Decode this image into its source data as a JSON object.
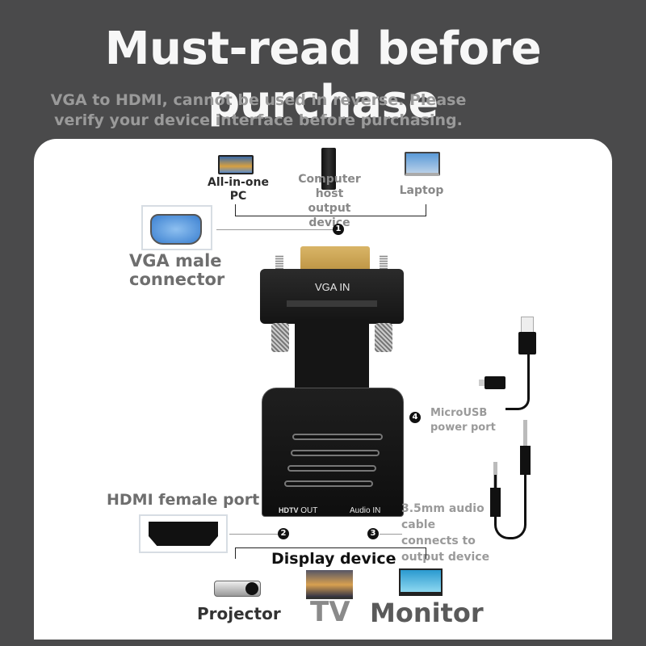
{
  "header": {
    "title": "Must-read before purchase",
    "subtitle_line1": "VGA to HDMI, cannot be used in reverse. Please",
    "subtitle_line2": "verify your device interface before purchasing."
  },
  "sources": {
    "items": [
      {
        "label_line1": "All-in-one",
        "label_line2": "PC"
      },
      {
        "label_line1": "Computer",
        "label_line2": "host",
        "label_line3": "output",
        "label_line4": "device"
      },
      {
        "label_line1": "Laptop"
      }
    ],
    "marker": "1"
  },
  "vga": {
    "label_line1": "VGA male",
    "label_line2": "connector"
  },
  "adapter": {
    "top_label": "VGA IN",
    "hdtv_label": "HDTV",
    "out_label": "OUT",
    "audio_label": "Audio IN"
  },
  "microusb": {
    "marker": "4",
    "label_line1": "MicroUSB",
    "label_line2": "power port"
  },
  "hdmi": {
    "label": "HDMI female port",
    "marker": "2"
  },
  "audio": {
    "marker": "3",
    "label_line1": "3.5mm audio",
    "label_line2": "cable",
    "label_line3": "connects to",
    "label_line4": "output device"
  },
  "display": {
    "title": "Display device",
    "items": [
      {
        "label": "Projector"
      },
      {
        "label": "TV"
      },
      {
        "label": "Monitor"
      }
    ]
  }
}
